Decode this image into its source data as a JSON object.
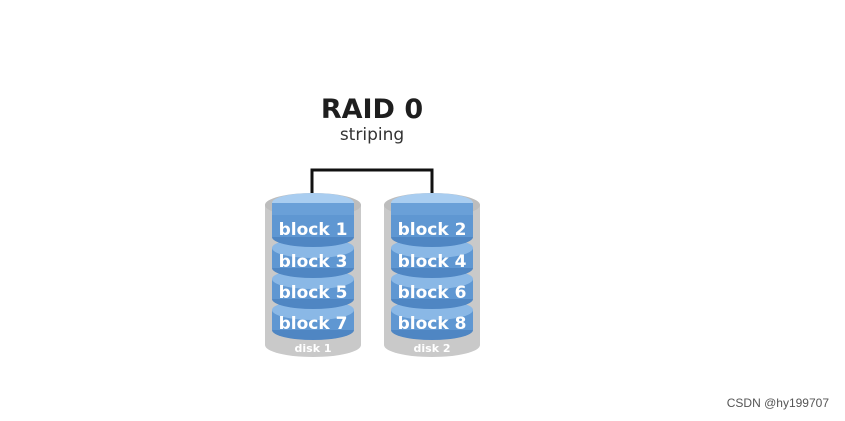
{
  "title": "RAID 0",
  "subtitle": "striping",
  "disks": [
    {
      "label": "disk 1",
      "blocks": [
        "block 1",
        "block 3",
        "block 5",
        "block 7"
      ]
    },
    {
      "label": "disk 2",
      "blocks": [
        "block 2",
        "block 4",
        "block 6",
        "block 8"
      ]
    }
  ],
  "watermark": "CSDN @hy199707",
  "colors": {
    "block_fill": "#5f97d2",
    "block_top": "#8ab8e6",
    "block_edge": "#b9d4ef",
    "disk_body": "#c9c9c9",
    "disk_shade": "#b8b8b8",
    "connector": "#111111"
  }
}
